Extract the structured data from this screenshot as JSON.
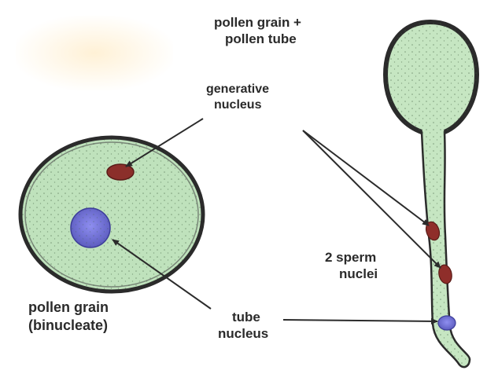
{
  "colors": {
    "cell_fill": "#b9dfb7",
    "cell_outline": "#2b2b2b",
    "generative_nucleus": "#8b2f2a",
    "tube_nucleus": "#6f6fd2",
    "sperm_nucleus": "#8f2e2a",
    "arrow": "#2b2b2b"
  },
  "labels": {
    "pollen_grain_tube": [
      "pollen grain +",
      "pollen tube"
    ],
    "generative_nucleus": [
      "generative",
      "nucleus"
    ],
    "sperm_nuclei": [
      "2 sperm",
      "nuclei"
    ],
    "pollen_grain_binucleate": [
      "pollen grain",
      "(binucleate)"
    ],
    "tube_nucleus": [
      "tube",
      "nucleus"
    ]
  }
}
